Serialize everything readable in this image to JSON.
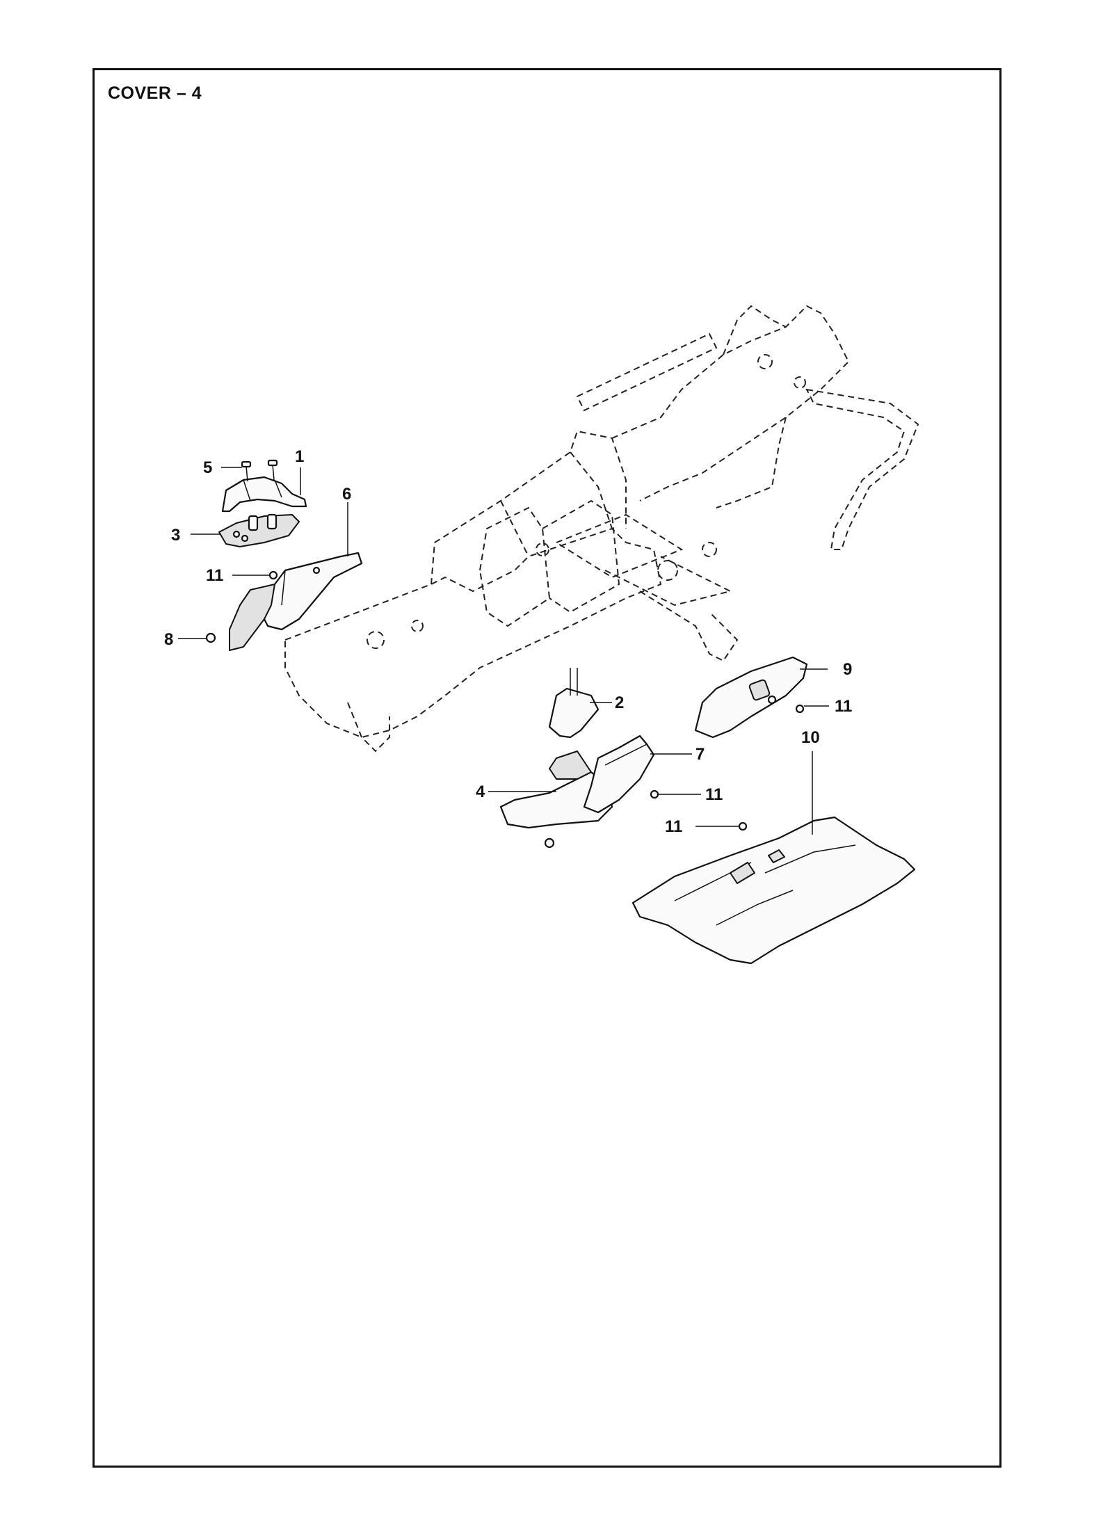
{
  "page": {
    "title": "COVER – 4"
  },
  "callouts": [
    {
      "id": "c1",
      "label": "1"
    },
    {
      "id": "c2",
      "label": "2"
    },
    {
      "id": "c3",
      "label": "3"
    },
    {
      "id": "c4",
      "label": "4"
    },
    {
      "id": "c5",
      "label": "5"
    },
    {
      "id": "c6",
      "label": "6"
    },
    {
      "id": "c7",
      "label": "7"
    },
    {
      "id": "c8",
      "label": "8"
    },
    {
      "id": "c9",
      "label": "9"
    },
    {
      "id": "c10",
      "label": "10"
    },
    {
      "id": "c11a",
      "label": "11"
    },
    {
      "id": "c11b",
      "label": "11"
    },
    {
      "id": "c11c",
      "label": "11"
    },
    {
      "id": "c11d",
      "label": "11"
    }
  ]
}
